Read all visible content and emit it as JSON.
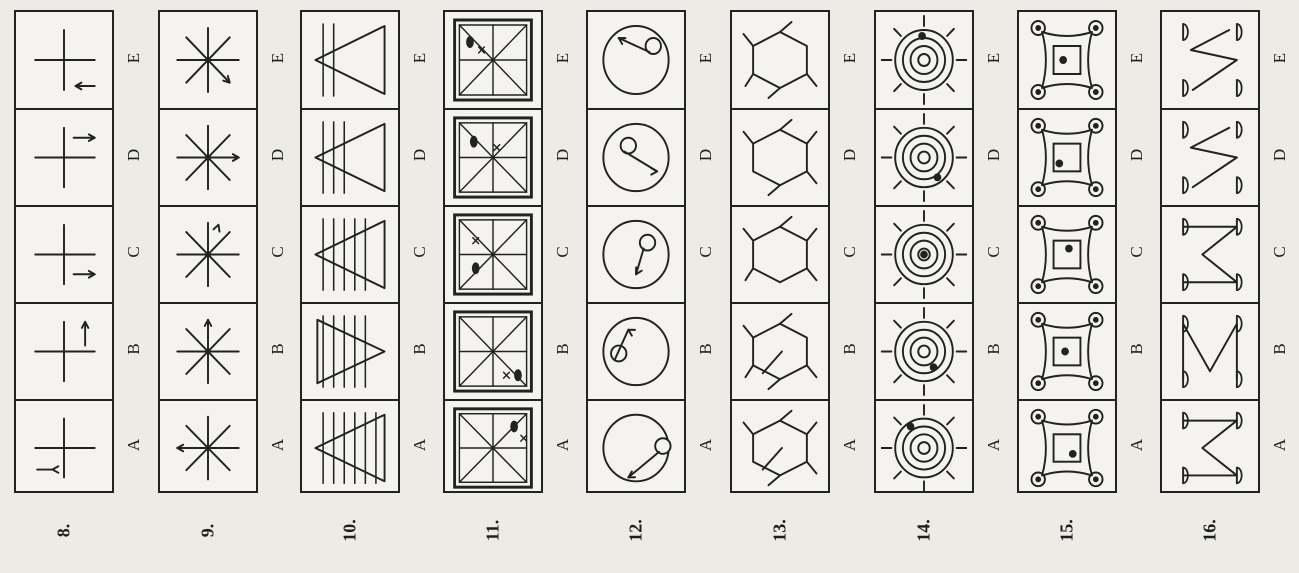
{
  "questions": [
    {
      "number": "8.",
      "options": [
        "A",
        "B",
        "C",
        "D",
        "E"
      ],
      "figure": "cross-with-arrow"
    },
    {
      "number": "9.",
      "options": [
        "A",
        "B",
        "C",
        "D",
        "E"
      ],
      "figure": "star-with-arrow"
    },
    {
      "number": "10.",
      "options": [
        "A",
        "B",
        "C",
        "D",
        "E"
      ],
      "figure": "triangle-with-lines"
    },
    {
      "number": "11.",
      "options": [
        "A",
        "B",
        "C",
        "D",
        "E"
      ],
      "figure": "square-diagonals-dot-cross"
    },
    {
      "number": "12.",
      "options": [
        "A",
        "B",
        "C",
        "D",
        "E"
      ],
      "figure": "circle-with-arrow-and-ring"
    },
    {
      "number": "13.",
      "options": [
        "A",
        "B",
        "C",
        "D",
        "E"
      ],
      "figure": "hexagon-with-arms"
    },
    {
      "number": "14.",
      "options": [
        "A",
        "B",
        "C",
        "D",
        "E"
      ],
      "figure": "concentric-circles-with-rays"
    },
    {
      "number": "15.",
      "options": [
        "A",
        "B",
        "C",
        "D",
        "E"
      ],
      "figure": "square-with-corner-rings"
    },
    {
      "number": "16.",
      "options": [
        "A",
        "B",
        "C",
        "D",
        "E"
      ],
      "figure": "zigzag-with-end-caps"
    }
  ]
}
